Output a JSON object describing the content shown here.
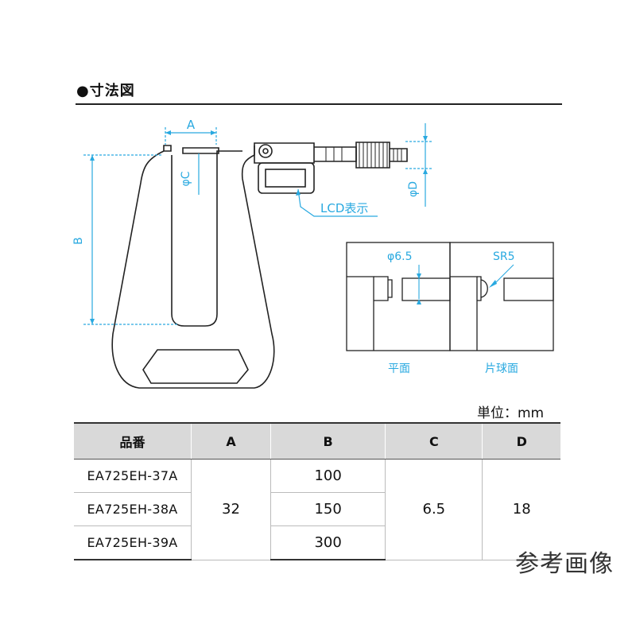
{
  "heading": {
    "bullet": "●",
    "title": "寸法図"
  },
  "drawing": {
    "dim_a": "A",
    "dim_b": "B",
    "dim_c": "φC",
    "dim_d": "φD",
    "lcd_label": "LCD表示"
  },
  "inset": {
    "flat_dim": "φ6.5",
    "sphere_dim": "SR5",
    "flat_label": "平面",
    "sphere_label": "片球面"
  },
  "unit_label": "単位：mm",
  "table": {
    "headers": [
      "品番",
      "A",
      "B",
      "C",
      "D"
    ],
    "models": [
      "EA725EH-37A",
      "EA725EH-38A",
      "EA725EH-39A"
    ],
    "a_value": "32",
    "b_values": [
      "100",
      "150",
      "300"
    ],
    "c_value": "6.5",
    "d_value": "18"
  },
  "watermark": "参考画像",
  "colors": {
    "dimension": "#29a9e0",
    "outline": "#222222",
    "header_bg": "#d9d9d9"
  }
}
